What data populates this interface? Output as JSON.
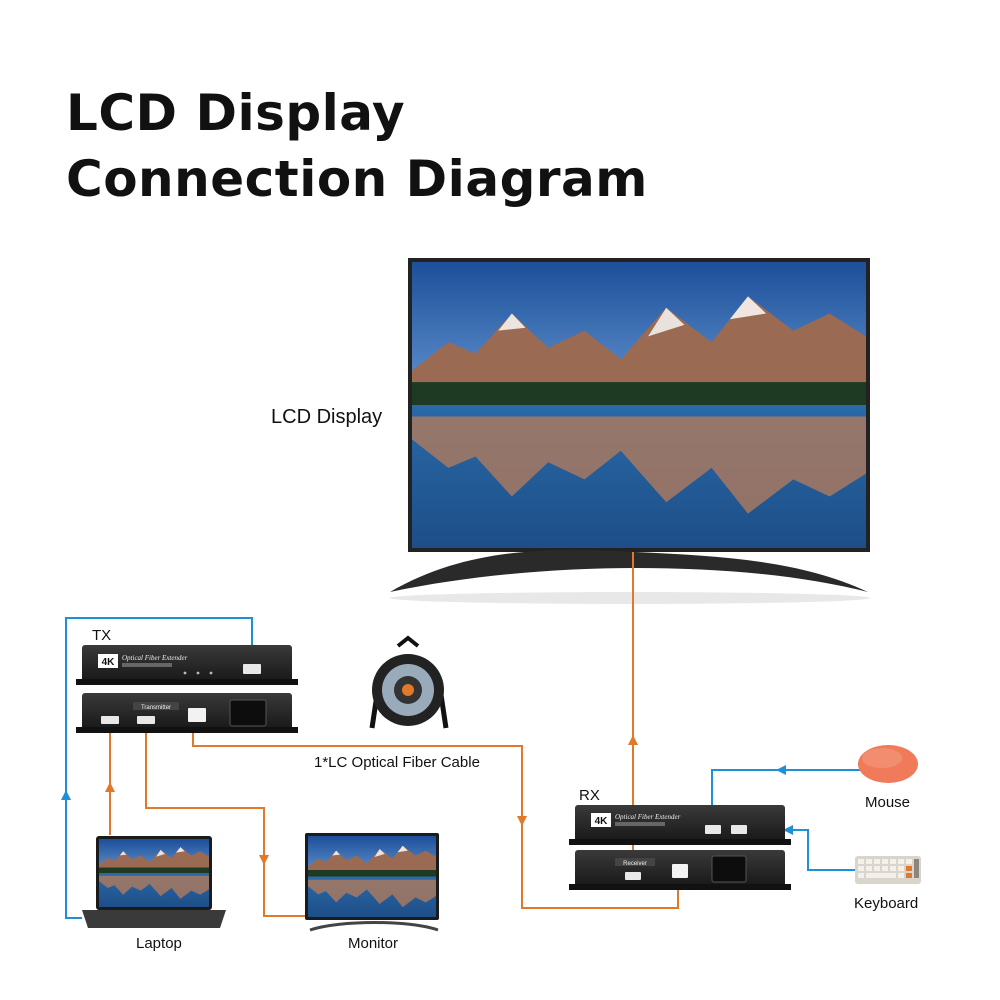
{
  "title": {
    "line1": "LCD Display",
    "line2": "Connection Diagram"
  },
  "labels": {
    "lcd_display": "LCD Display",
    "tx": "TX",
    "rx": "RX",
    "fiber_cable": "1*LC Optical Fiber Cable",
    "mouse": "Mouse",
    "keyboard": "Keyboard",
    "laptop": "Laptop",
    "monitor": "Monitor"
  },
  "device": {
    "badge": "4K",
    "name": "Optical Fiber Extender",
    "tx_label": "Transmitter",
    "rx_label": "Receiver"
  },
  "colors": {
    "hdmi_line": "#e0792a",
    "usb_line": "#1e90d6",
    "device_body": "#1e1e1e"
  }
}
